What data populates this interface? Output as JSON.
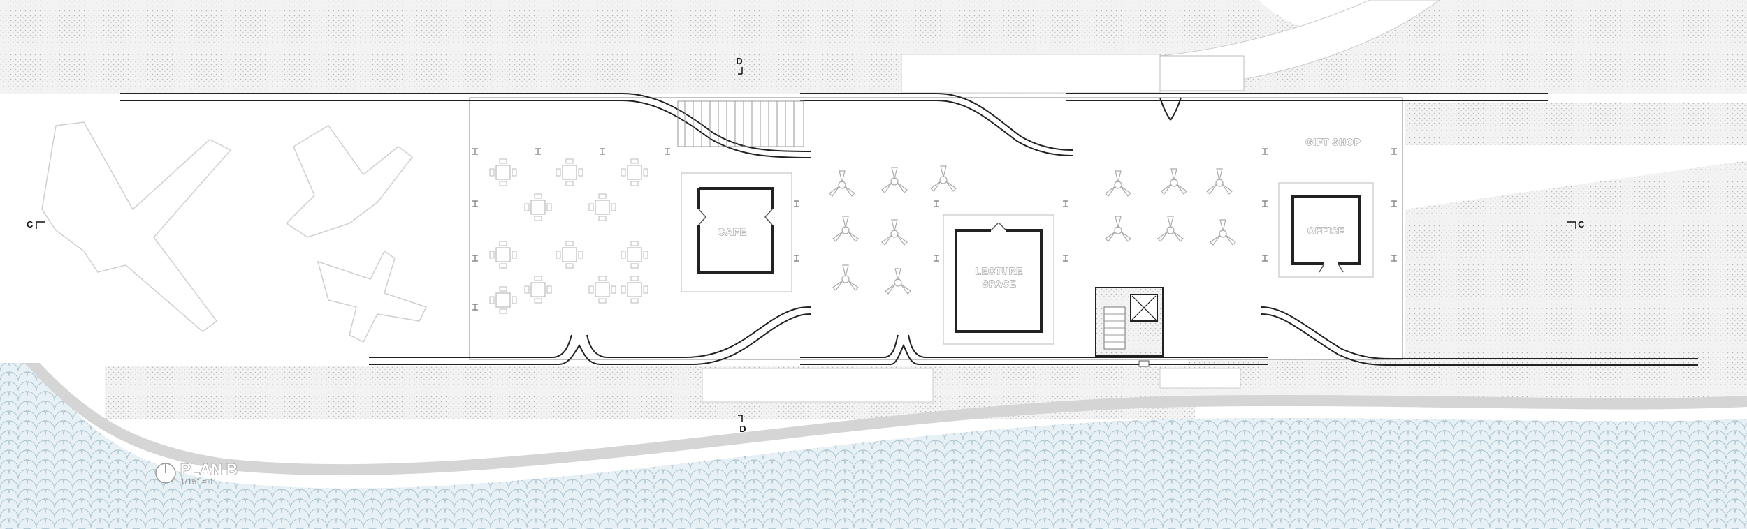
{
  "drawing": {
    "plan_title": "PLAN B",
    "scale": "1/16\" = 1'"
  },
  "rooms": {
    "cafe": "CAFE",
    "lecture_line1": "LECTURE",
    "lecture_line2": "SPACE",
    "gift_shop": "GIFT SHOP",
    "office": "OFFICE"
  },
  "section_markers": {
    "d": "D",
    "c": "C"
  },
  "colors": {
    "ground_hatch": "#c8c8c8",
    "water": "#dce8ee",
    "water_stroke": "#a9c2cd",
    "wall": "#222222",
    "floor": "#ffffff"
  }
}
